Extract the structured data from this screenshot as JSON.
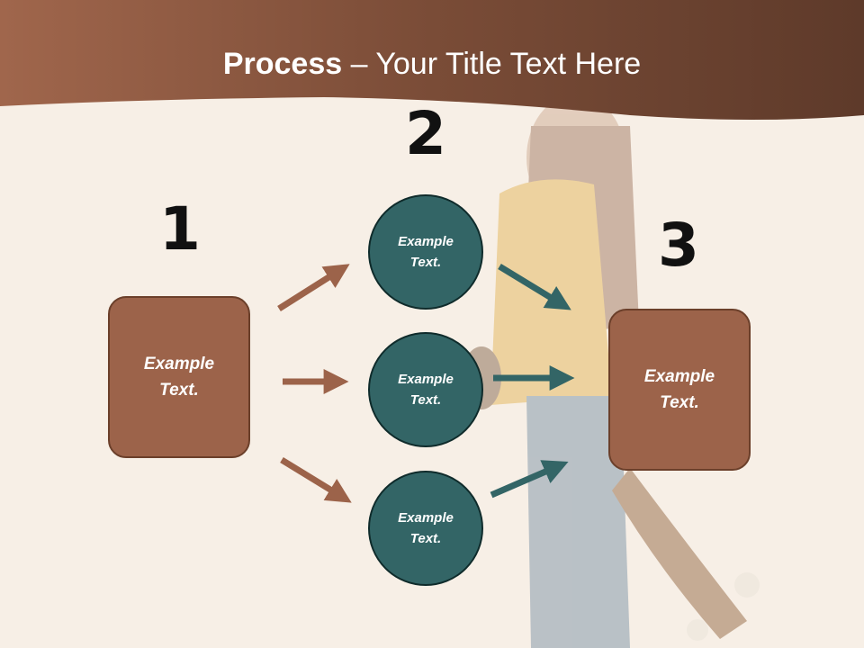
{
  "title": {
    "bold": "Process",
    "rest": " – Your Title Text Here"
  },
  "steps": {
    "n1": "1",
    "n2": "2",
    "n3": "3"
  },
  "left_box": {
    "text1": "Example",
    "text2": "Text."
  },
  "right_box": {
    "text1": "Example",
    "text2": "Text."
  },
  "circles": [
    {
      "text1": "Example",
      "text2": "Text."
    },
    {
      "text1": "Example",
      "text2": "Text."
    },
    {
      "text1": "Example",
      "text2": "Text."
    }
  ],
  "colors": {
    "brown": "#9c634a",
    "teal": "#336566",
    "header": "#7a4a35"
  }
}
